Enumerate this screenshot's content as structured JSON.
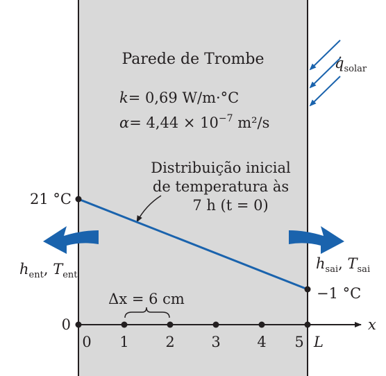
{
  "title": "Parede de Trombe",
  "properties": {
    "k_sym": "k",
    "k_val": "= 0,69 W/m·°C",
    "alpha_sym": "α",
    "alpha_val": "= 4,44 × 10",
    "alpha_exp": "−7",
    "alpha_unit": " m²/s"
  },
  "solar": {
    "symbol": "q̇",
    "subscript": "solar"
  },
  "annotation": {
    "line1": "Distribuição inicial",
    "line2": "de temperatura às",
    "line3": "7 h (t = 0)"
  },
  "temps": {
    "left": "21 °C",
    "right": "−1 °C"
  },
  "left_conv": {
    "h": "h",
    "h_sub": "ent",
    "comma": ",",
    "T": "T",
    "T_sub": "ent"
  },
  "right_conv": {
    "h": "h",
    "h_sub": "sai",
    "comma": ",",
    "T": "T",
    "T_sub": "sai"
  },
  "dx_label": "Δx = 6 cm",
  "axis": {
    "origin_label": "0",
    "x_label": "x",
    "node_labels": [
      "0",
      "1",
      "2",
      "3",
      "4",
      "5"
    ],
    "end_label": "L"
  },
  "colors": {
    "wall_fill": "#d9d9d9",
    "accent_blue": "#1a63ad",
    "ink": "#231f20"
  }
}
